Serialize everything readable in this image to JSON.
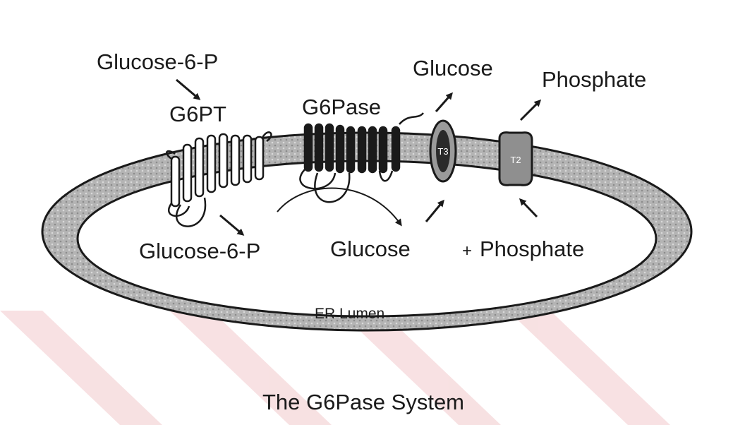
{
  "labels": {
    "cyto_substrate": "Glucose-6-P",
    "cyto_glucose": "Glucose",
    "cyto_phosphate": "Phosphate",
    "g6pt": "G6PT",
    "g6pase": "G6Pase",
    "t3": "T3",
    "t2": "T2",
    "lumen_substrate": "Glucose-6-P",
    "lumen_glucose": "Glucose",
    "plus": "+",
    "lumen_phosphate": "Phosphate",
    "er_lumen": "ER Lumen",
    "caption": "The G6Pase System"
  },
  "colors": {
    "membrane": "#a9a9a9",
    "ink": "#1a1a1a",
    "watermark": "#f2c9cc"
  }
}
